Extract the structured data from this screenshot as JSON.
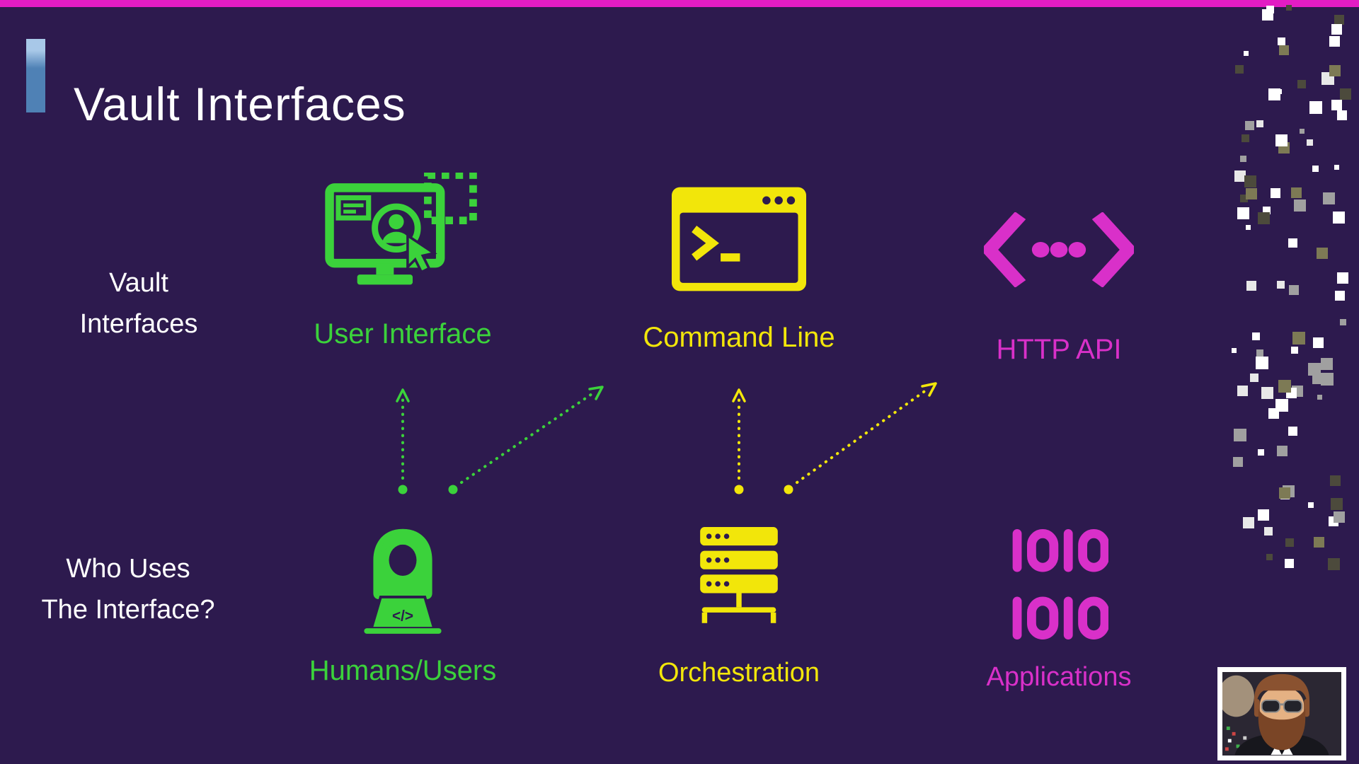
{
  "header": {
    "title": "Vault Interfaces"
  },
  "row_labels": {
    "top": "Vault\nInterfaces",
    "bottom": "Who Uses\nThe Interface?"
  },
  "columns": [
    {
      "top_label": "User Interface",
      "bottom_label": "Humans/Users",
      "color": "#3bd23b"
    },
    {
      "top_label": "Command Line",
      "bottom_label": "Orchestration",
      "color": "#f2e60a"
    },
    {
      "top_label": "HTTP API",
      "bottom_label": "Applications",
      "color": "#d930c9"
    }
  ],
  "icons": {
    "humans_code": "</>",
    "binary_lines": "1010 1010"
  },
  "colors": {
    "background": "#2d1a4e",
    "top_strip": "#e31cc4",
    "title_text": "#ffffff",
    "accent_bar": "#4f81b5",
    "accent_bar_light": "#a8c8e8",
    "green": "#3bd23b",
    "yellow": "#f2e60a",
    "magenta": "#d930c9",
    "row_label_text": "#ffffff"
  }
}
